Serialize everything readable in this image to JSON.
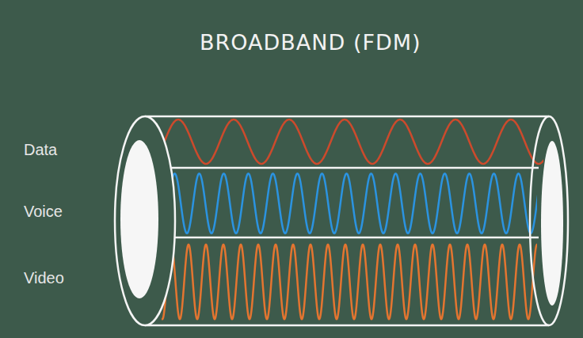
{
  "diagram": {
    "title": "BROADBAND (FDM)",
    "labels": [
      "Data",
      "Voice",
      "Video"
    ]
  }
}
